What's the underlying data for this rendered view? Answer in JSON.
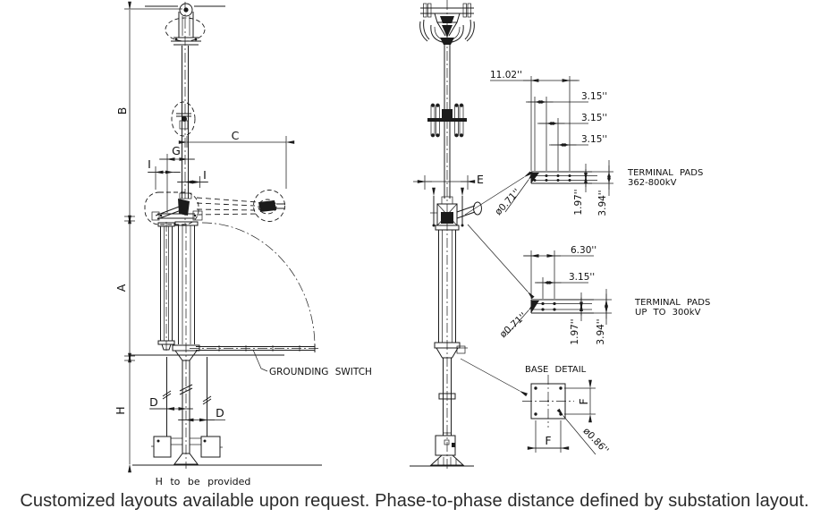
{
  "caption": "Customized layouts available upon request. Phase-to-phase distance defined by substation layout.",
  "front_view": {
    "dim_b": "B",
    "dim_c": "C",
    "dim_g": "G",
    "dim_i_left": "I",
    "dim_i_right": "I",
    "dim_a": "A",
    "dim_h": "H",
    "dim_d_left": "D",
    "dim_d_right": "D",
    "grounding_switch_label": "GROUNDING SWITCH",
    "footnote": "H to be provided"
  },
  "side_view": {
    "dim_e": "E"
  },
  "terminal_pads_high_kv": {
    "title_line1": "TERMINAL PADS",
    "title_line2": "362-800kV",
    "dim_overall": "11.02''",
    "dim_spacing_1": "3.15''",
    "dim_spacing_2": "3.15''",
    "dim_spacing_3": "3.15''",
    "dim_hole_dia": "ø0.71''",
    "dim_row_spacing": "1.97''",
    "dim_overall_height": "3.94''"
  },
  "terminal_pads_low_kv": {
    "title_line1": "TERMINAL PADS",
    "title_line2": "UP TO 300kV",
    "dim_overall": "6.30''",
    "dim_spacing": "3.15''",
    "dim_hole_dia": "ø0.71''",
    "dim_row_spacing": "1.97''",
    "dim_overall_height": "3.94''"
  },
  "base_detail": {
    "title": "BASE DETAIL",
    "dim_f_vertical": "F",
    "dim_f_horizontal": "F",
    "dim_hole_dia": "ø0.86''"
  }
}
